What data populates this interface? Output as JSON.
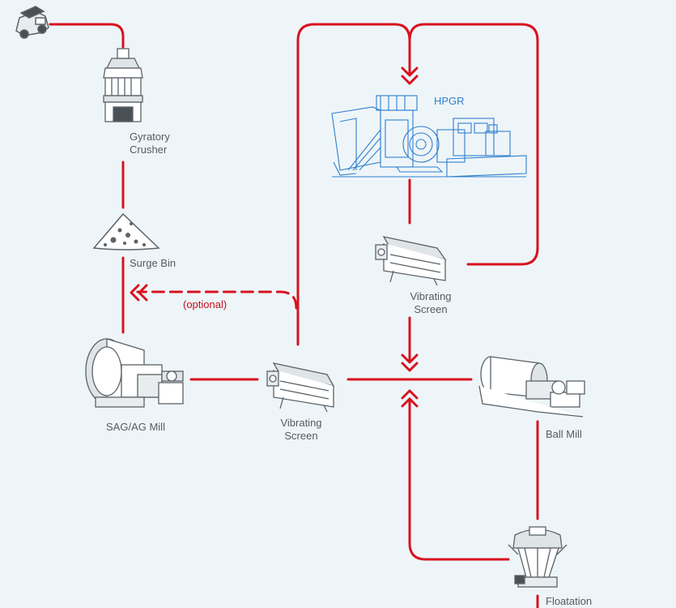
{
  "labels": {
    "gyratory_crusher": "Gyratory\nCrusher",
    "surge_bin": "Surge Bin",
    "optional": "(optional)",
    "sag_mill": "SAG/AG Mill",
    "vibrating_screen_1": "Vibrating\nScreen",
    "hpgr": "HPGR",
    "vibrating_screen_2": "Vibrating\nScreen",
    "ball_mill": "Ball Mill",
    "floatation": "Floatation"
  },
  "colors": {
    "flow": "#d8121f",
    "equipment": "#6b7379",
    "hpgr": "#2f7fd0",
    "label": "#555b5f",
    "background": "#eef5f8"
  },
  "icons": [
    "haul-truck-icon",
    "gyratory-crusher-icon",
    "surge-bin-icon",
    "sag-mill-icon",
    "vibrating-screen-icon",
    "hpgr-icon",
    "ball-mill-icon",
    "floatation-cell-icon"
  ]
}
